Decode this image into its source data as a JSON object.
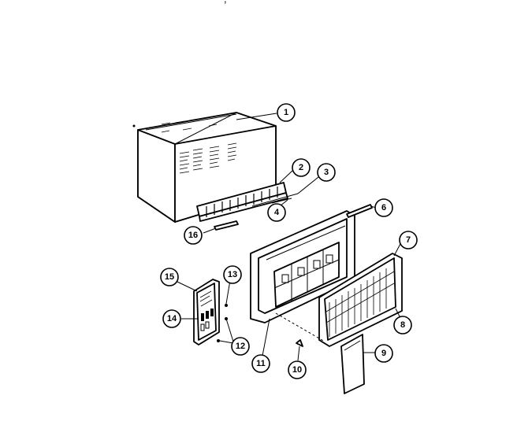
{
  "header": {
    "fragments": [
      "- ,",
      "- -------",
      "- -"
    ]
  },
  "callouts": [
    {
      "id": "c1",
      "label": "1"
    },
    {
      "id": "c2",
      "label": "2"
    },
    {
      "id": "c3",
      "label": "3"
    },
    {
      "id": "c4",
      "label": "4"
    },
    {
      "id": "c6",
      "label": "6"
    },
    {
      "id": "c7",
      "label": "7"
    },
    {
      "id": "c8",
      "label": "8"
    },
    {
      "id": "c9",
      "label": "9"
    },
    {
      "id": "c10",
      "label": "10"
    },
    {
      "id": "c11",
      "label": "11"
    },
    {
      "id": "c12",
      "label": "12"
    },
    {
      "id": "c13",
      "label": "13"
    },
    {
      "id": "c14",
      "label": "14"
    },
    {
      "id": "c15",
      "label": "15"
    },
    {
      "id": "c16",
      "label": "16"
    }
  ],
  "colors": {
    "line": "#000000",
    "background": "#ffffff"
  }
}
